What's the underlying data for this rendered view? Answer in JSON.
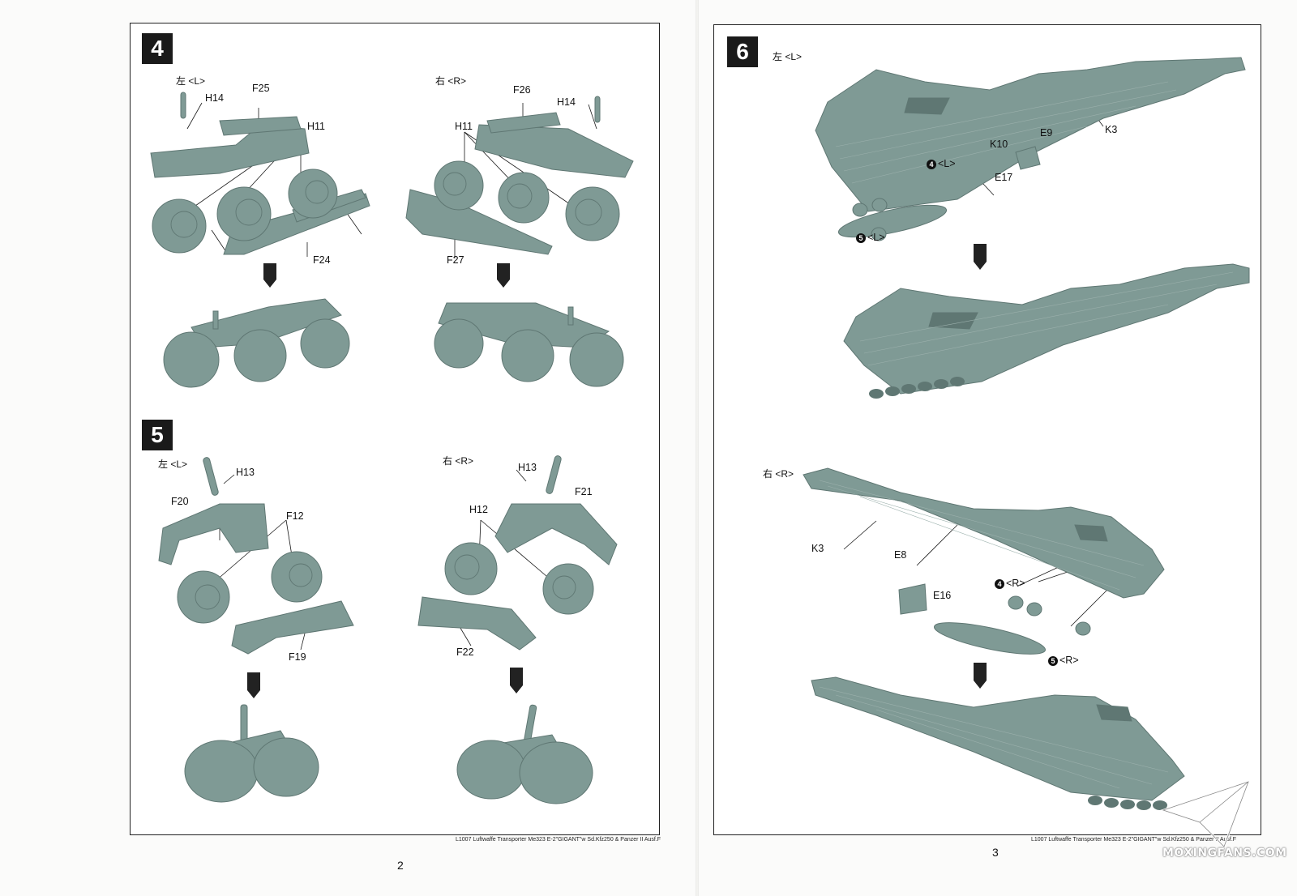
{
  "left_page": {
    "page_number": "2",
    "footer": "L1007 Luftwaffe Transporter Me323 E-2\"GIGANT\"w Sd.Kfz250 & Panzer II Ausf.F",
    "step4": {
      "number": "4",
      "left_label": "左 <L>",
      "right_label": "右 <R>",
      "parts_left": [
        "H14",
        "F25",
        "H11",
        "F24"
      ],
      "parts_right": [
        "F26",
        "H14",
        "H11",
        "F27"
      ]
    },
    "step5": {
      "number": "5",
      "left_label": "左 <L>",
      "right_label": "右 <R>",
      "parts_left": [
        "H13",
        "F20",
        "F12",
        "F19"
      ],
      "parts_right": [
        "H13",
        "F21",
        "H12",
        "F22"
      ]
    }
  },
  "right_page": {
    "page_number": "3",
    "footer": "L1007 Luftwaffe Transporter Me323 E-2\"GIGANT\"w Sd.Kfz250 & Panzer II Ausf.F",
    "step6": {
      "number": "6",
      "top_label": "左 <L>",
      "parts_top": [
        "K3",
        "K10",
        "E9",
        "E17"
      ],
      "ref_top_a": {
        "badge": "4",
        "text": "<L>"
      },
      "ref_top_b": {
        "badge": "5",
        "text": "<L>"
      },
      "bottom_label": "右 <R>",
      "parts_bottom": [
        "K3",
        "E8",
        "E16"
      ],
      "ref_bottom_a": {
        "badge": "4",
        "text": "<R>"
      },
      "ref_bottom_b": {
        "badge": "5",
        "text": "<R>"
      }
    }
  },
  "watermark": "MOXINGFANS.COM",
  "colors": {
    "part": "#7f9a95",
    "part_dark": "#5f7773",
    "ink": "#1a1a1a"
  }
}
